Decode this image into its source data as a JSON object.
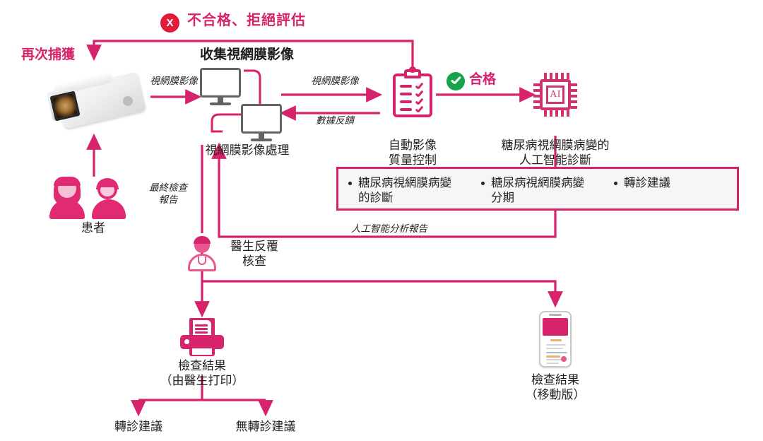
{
  "diagram": {
    "title_nodes": {
      "collect_retinal": "收集視網膜影像",
      "recapture": "再次捕獲",
      "reject": "不合格、拒絕評估",
      "pass": "合格"
    },
    "nodes": [
      {
        "id": "camera",
        "icon": "fundus-camera-icon",
        "caption": ""
      },
      {
        "id": "patients",
        "icon": "patients-icon",
        "caption": "患者"
      },
      {
        "id": "monitors",
        "icon": "dual-monitor-icon",
        "caption": "視網膜影像處理"
      },
      {
        "id": "qc",
        "icon": "clipboard-checklist-icon",
        "caption": "自動影像\n質量控制"
      },
      {
        "id": "ai",
        "icon": "ai-chip-icon",
        "caption": "糖尿病視網膜病變的\n人工智能診斷"
      },
      {
        "id": "doctor",
        "icon": "doctor-icon",
        "caption": "醫生反覆\n核查"
      },
      {
        "id": "printer",
        "icon": "printer-icon",
        "caption": "檢查結果\n（由醫生打印）"
      },
      {
        "id": "phone",
        "icon": "smartphone-icon",
        "caption": "檢查結果\n（移動版）"
      }
    ],
    "edge_labels": {
      "retinal_image_1": "視網膜影像",
      "retinal_image_2": "視網膜影像",
      "data_feedback": "數據反饋",
      "final_report": "最終檢查\n報告",
      "ai_report": "人工智能分析報告"
    },
    "ai_outputs": [
      "糖尿病視網膜病變\n的診斷",
      "糖尿病視網膜病變\n分期",
      "轉診建議"
    ],
    "outcomes": [
      "轉診建議",
      "無轉診建議"
    ],
    "colors": {
      "pink": "#d6236c",
      "pink_light": "#e02a71",
      "green": "#16a44a",
      "red": "#e01b3c",
      "gray_monitor": "#636363",
      "text": "#231f20"
    }
  }
}
